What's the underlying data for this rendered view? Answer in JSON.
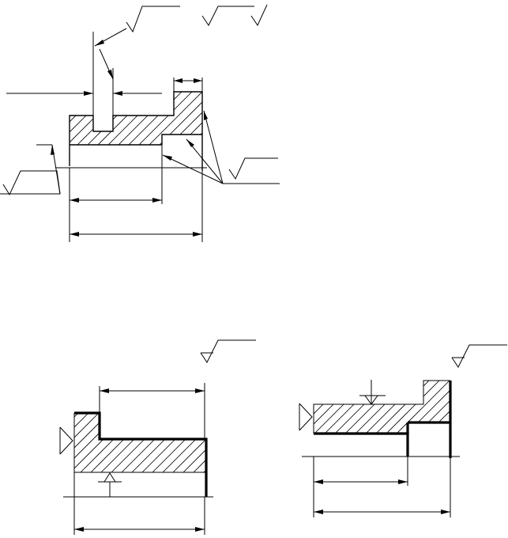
{
  "diagram": {
    "background_color": "#ffffff",
    "line_color": "#000000",
    "figures": [
      {
        "id": "part-stepped-bushing",
        "symbols": [
          "surface-roughness-symbol",
          "surface-roughness-symbol",
          "surface-roughness-symbol",
          "surface-roughness-symbol",
          "surface-roughness-symbol"
        ]
      },
      {
        "id": "setup-left",
        "symbols": [
          "machined-surface-symbol",
          "locating-support-symbol",
          "clamping-force-symbol"
        ]
      },
      {
        "id": "setup-right",
        "symbols": [
          "machined-surface-symbol",
          "locating-support-symbol",
          "clamping-force-symbol"
        ]
      }
    ]
  }
}
